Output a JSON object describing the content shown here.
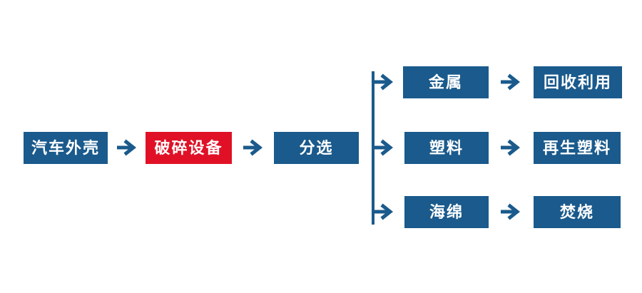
{
  "colors": {
    "node_blue": "#1A5A8C",
    "node_highlight_red": "#E01126",
    "arrow_blue": "#1A5A8C",
    "node_text": "#FFFFFF",
    "background": "#FFFFFF"
  },
  "icons": {
    "arrow": "arrow-right-icon",
    "connector": "branch-connector-line"
  },
  "flow": {
    "main_path": [
      {
        "label": "汽车外壳",
        "variant": "blue"
      },
      {
        "label": "破碎设备",
        "variant": "red"
      },
      {
        "label": "分选",
        "variant": "blue"
      }
    ],
    "branches": [
      {
        "material": {
          "label": "金属"
        },
        "outcome": {
          "label": "回收利用"
        }
      },
      {
        "material": {
          "label": "塑料"
        },
        "outcome": {
          "label": "再生塑料"
        }
      },
      {
        "material": {
          "label": "海绵"
        },
        "outcome": {
          "label": "焚烧"
        }
      }
    ]
  }
}
